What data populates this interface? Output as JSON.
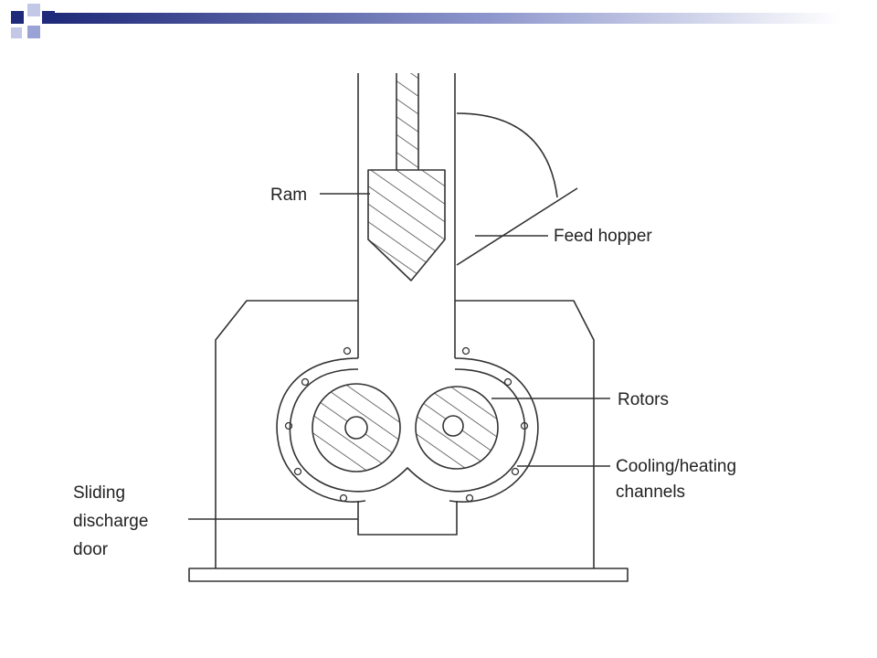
{
  "labels": {
    "ram": "Ram",
    "feed_hopper": "Feed hopper",
    "rotors": "Rotors",
    "cooling_line1": "Cooling/heating",
    "cooling_line2": "channels",
    "door_line1": "Sliding",
    "door_line2": "discharge",
    "door_line3": "door"
  },
  "colors": {
    "accent_navy": "#1f2a7a",
    "accent_light": "#9aa3d6",
    "ink": "#222222"
  }
}
